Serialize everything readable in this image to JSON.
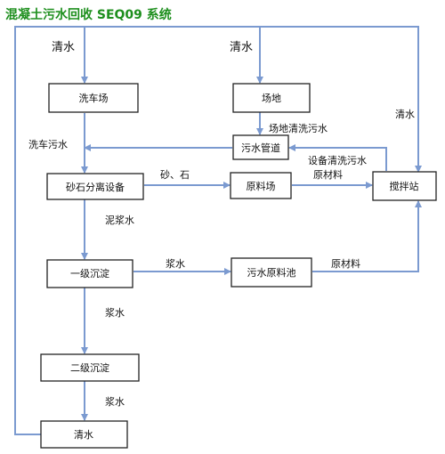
{
  "title": "混凝土污水回收 SEQ09 系统",
  "colors": {
    "title": "#1e8f1e",
    "flow": "#7b9ad0",
    "box_border": "#222222"
  },
  "nodes": {
    "wash_yard": "洗车场",
    "site": "场地",
    "sewer": "污水管道",
    "separator": "砂石分离设备",
    "material_yard": "原料场",
    "mixing_station": "搅拌站",
    "primary_settling": "一级沉淀",
    "slurry_pool": "污水原料池",
    "secondary_settling": "二级沉淀",
    "clear_water": "清水"
  },
  "labels": {
    "water_left": "清水",
    "water_mid": "清水",
    "water_right": "清水",
    "wash_sewage": "洗车污水",
    "site_wash_sewage": "场地清洗污水",
    "sand_stone": "砂、石",
    "equipment_wash_sewage": "设备清洗污水",
    "raw_material_1": "原材料",
    "mud_water": "泥浆水",
    "slurry_1": "浆水",
    "raw_material_2": "原材料",
    "slurry_2": "浆水",
    "slurry_3": "浆水"
  }
}
